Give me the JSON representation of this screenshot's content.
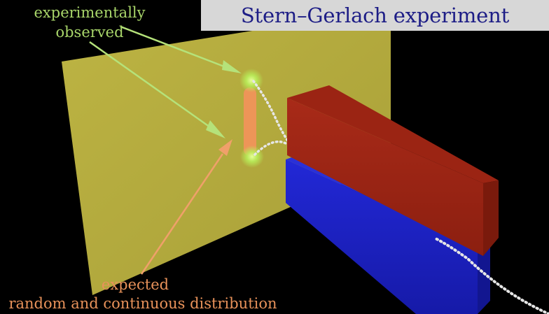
{
  "title": "Stern–Gerlach experiment",
  "annotations": {
    "observed_line1": "experimentally",
    "observed_line2": "observed",
    "expected_line1": "expected",
    "expected_line2": "random and continuous distribution"
  },
  "colors": {
    "background": "#000000",
    "screen": "#b9b03f",
    "magnet_top": "#a32616",
    "magnet_bottom": "#1d23c8",
    "observed_glow": "#b8f05a",
    "expected_band": "#f0935a",
    "title_text": "#1d1d86",
    "title_background": "#d7d7d7",
    "observed_label": "#a9d66a",
    "expected_label": "#e8925a",
    "beam": "#e6e6e6"
  }
}
